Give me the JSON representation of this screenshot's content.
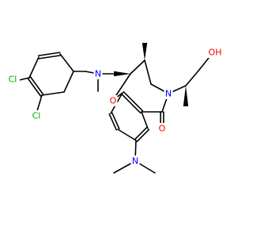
{
  "molecule": {
    "colors": {
      "bond": "#000000",
      "carbon": "#000000",
      "nitrogen": "#0000FF",
      "oxygen": "#FF0000",
      "chlorine": "#00AA00",
      "background": "#FFFFFF"
    },
    "atoms": [
      {
        "id": "cl1",
        "label": "Cl",
        "element": "chlorine"
      },
      {
        "id": "cl2",
        "label": "Cl",
        "element": "chlorine"
      },
      {
        "id": "n1",
        "label": "N",
        "element": "nitrogen"
      },
      {
        "id": "o1",
        "label": "O",
        "element": "oxygen"
      },
      {
        "id": "n2",
        "label": "N",
        "element": "nitrogen"
      },
      {
        "id": "oh",
        "label": "OH",
        "element": "oxygen"
      },
      {
        "id": "o2",
        "label": "O",
        "element": "oxygen"
      },
      {
        "id": "n3",
        "label": "N",
        "element": "nitrogen"
      }
    ]
  }
}
